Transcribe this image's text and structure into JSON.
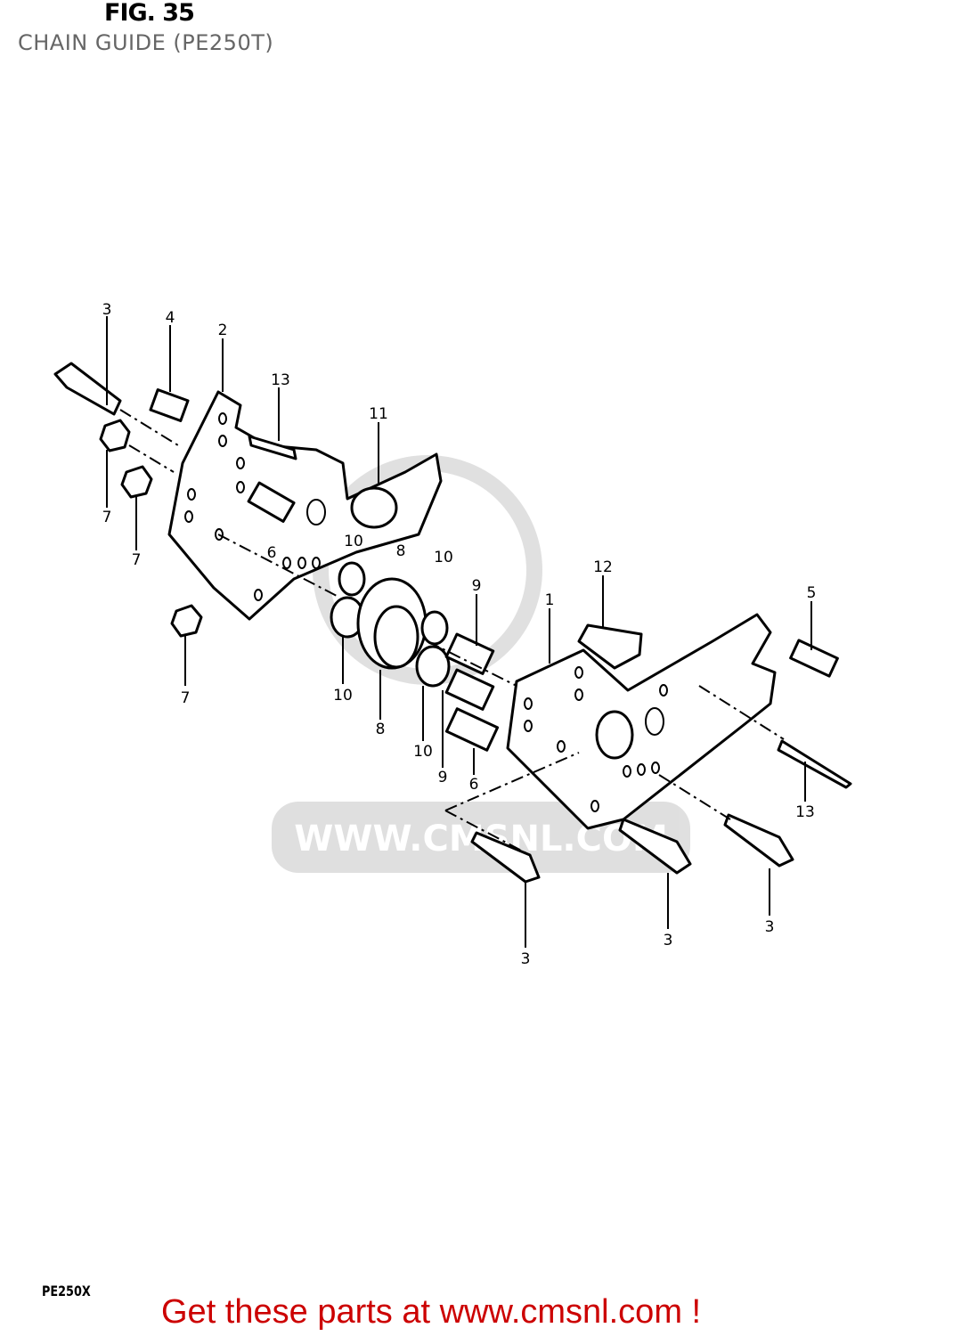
{
  "header": {
    "title": "CHAIN GUIDE (PE250T)",
    "figure_label": "FIG. 35"
  },
  "diagram": {
    "watermark": "WWW.CMSNL.COM",
    "callouts": [
      "3",
      "4",
      "2",
      "13",
      "11",
      "7",
      "7",
      "6",
      "10",
      "8",
      "10",
      "9",
      "12",
      "1",
      "5",
      "7",
      "10",
      "8",
      "10",
      "9",
      "6",
      "13",
      "3",
      "3",
      "3"
    ]
  },
  "footer": {
    "model": "PE250X",
    "promo": "Get these parts at www.cmsnl.com !"
  },
  "colors": {
    "title": "#666666",
    "promo": "#cc0000",
    "watermark": "#e6e6e6"
  }
}
